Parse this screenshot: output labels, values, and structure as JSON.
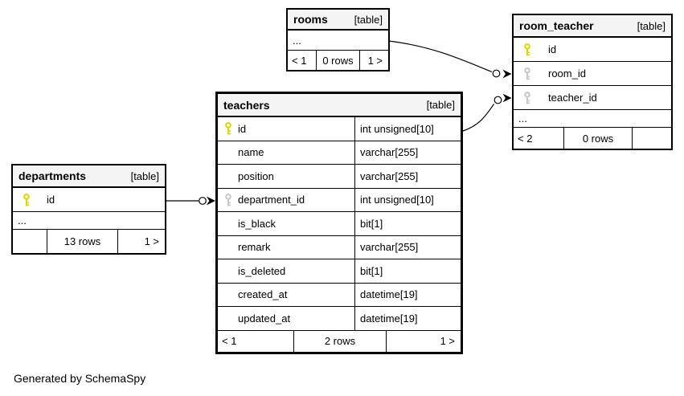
{
  "footer_note": "Generated by SchemaSpy",
  "colors": {
    "header_bg": "#f4f4f4",
    "border": "#000000",
    "primary_key": "#d9d900",
    "foreign_key": "#c8c8c8",
    "background": "#ffffff"
  },
  "relations": [
    {
      "from": "departments.id",
      "to": "teachers.department_id",
      "style": "circle-arrow"
    },
    {
      "from": "rooms",
      "to": "room_teacher.room_id",
      "style": "circle-arrow"
    },
    {
      "from": "teachers.id",
      "to": "room_teacher.teacher_id",
      "style": "circle-arrow"
    }
  ],
  "tables": [
    {
      "name": "rooms",
      "tag": "[table]",
      "has_types": false,
      "columns": [],
      "ellipsis": "...",
      "footer": [
        "< 1",
        "0 rows",
        "1 >"
      ]
    },
    {
      "name": "room_teacher",
      "tag": "[table]",
      "has_types": false,
      "columns": [
        {
          "name": "id",
          "key": "primary",
          "type": ""
        },
        {
          "name": "room_id",
          "key": "foreign",
          "type": ""
        },
        {
          "name": "teacher_id",
          "key": "foreign",
          "type": ""
        }
      ],
      "ellipsis": "...",
      "footer": [
        "< 2",
        "0 rows",
        ""
      ]
    },
    {
      "name": "teachers",
      "tag": "[table]",
      "has_types": true,
      "columns": [
        {
          "name": "id",
          "key": "primary",
          "type": "int unsigned[10]"
        },
        {
          "name": "name",
          "key": null,
          "type": "varchar[255]"
        },
        {
          "name": "position",
          "key": null,
          "type": "varchar[255]"
        },
        {
          "name": "department_id",
          "key": "foreign",
          "type": "int unsigned[10]"
        },
        {
          "name": "is_black",
          "key": null,
          "type": "bit[1]"
        },
        {
          "name": "remark",
          "key": null,
          "type": "varchar[255]"
        },
        {
          "name": "is_deleted",
          "key": null,
          "type": "bit[1]"
        },
        {
          "name": "created_at",
          "key": null,
          "type": "datetime[19]"
        },
        {
          "name": "updated_at",
          "key": null,
          "type": "datetime[19]"
        }
      ],
      "ellipsis": null,
      "footer": [
        "< 1",
        "2 rows",
        "1 >"
      ]
    },
    {
      "name": "departments",
      "tag": "[table]",
      "has_types": false,
      "columns": [
        {
          "name": "id",
          "key": "primary",
          "type": ""
        }
      ],
      "ellipsis": "...",
      "footer": [
        "",
        "13 rows",
        "1 >"
      ]
    }
  ]
}
